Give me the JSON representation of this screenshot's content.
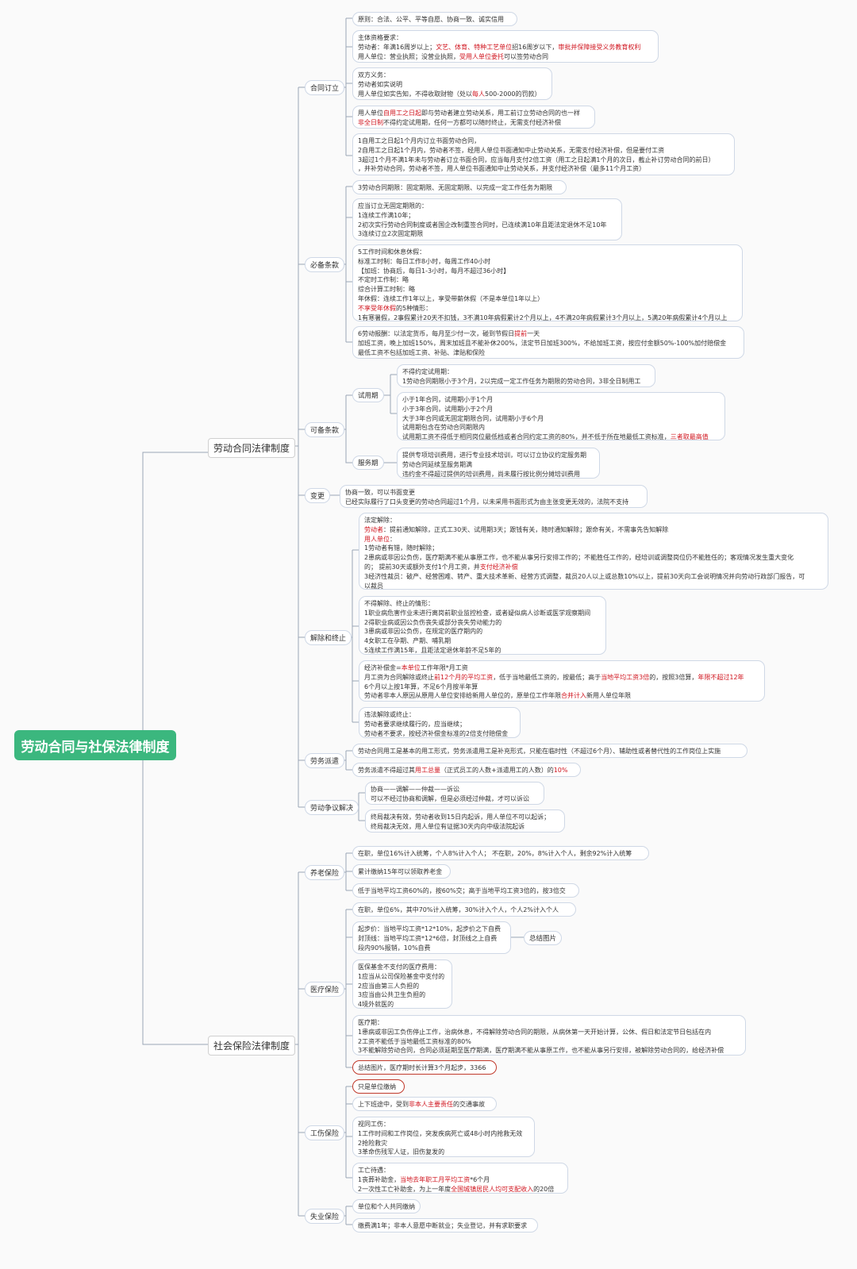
{
  "root": "劳动合同与社保法律制度",
  "branches": {
    "labor": "劳动合同法律制度",
    "social": "社会保险法律制度"
  },
  "labor_sub": {
    "contract": "合同订立",
    "required": "必备条款",
    "optional": "可备条款",
    "change": "变更",
    "terminate": "解除和终止",
    "dispatch": "劳务派遣",
    "dispute": "劳动争议解决"
  },
  "optional_sub": {
    "probation": "试用期",
    "service": "服务期"
  },
  "social_sub": {
    "pension": "养老保险",
    "medical": "医疗保险",
    "injury": "工伤保险",
    "unemploy": "失业保险"
  },
  "summary_pic": "总结图片",
  "boxes": {
    "c1": [
      [
        "原则：合法、公平、平等自愿、协商一致、诚实信用"
      ]
    ],
    "c2": [
      [
        "主体资格要求："
      ],
      [
        "劳动者：年满16周岁以上；",
        "文艺、体育、特种工艺单位",
        "招16周岁以下，",
        "审批并保障接受义务教育权利"
      ],
      [
        "用人单位：营业执照；没营业执照，",
        "受用人单位委托",
        "可以签劳动合同"
      ]
    ],
    "c3": [
      [
        "双方义务："
      ],
      [
        "劳动者如实说明"
      ],
      [
        "用人单位如实告知，不得收取财物（处以",
        "每人",
        "500-2000的罚款）"
      ]
    ],
    "c4": [
      [
        "用人单位",
        "自用工之日起",
        "即与劳动者建立劳动关系，用工前订立劳动合同的也一样"
      ],
      [
        "",
        "非全日制",
        "不得约定试用期，任何一方都可以随时终止，无需支付经济补偿"
      ]
    ],
    "c5": [
      [
        "1自用工之日起1个月内订立书面劳动合同，"
      ],
      [
        "2自用工之日起1个月内，劳动者不签，经用人单位书面通知中止劳动关系，无需支付经济补偿，但是要付工资"
      ],
      [
        "3超过1个月不满1年未与劳动者订立书面合同，应当每月支付2倍工资（用工之日起满1个月的次日，截止补订劳动合同的前日）"
      ],
      [
        "，并补劳动合同，劳动者不签，用人单位书面通知中止劳动关系，并支付经济补偿（最多11个月工资）"
      ]
    ],
    "r1": [
      [
        "3劳动合同期限：固定期限、无固定期限、以完成一定工作任务为期限"
      ]
    ],
    "r2": [
      [
        "应当订立无固定期限的："
      ],
      [
        "1连续工作满10年；"
      ],
      [
        "2初次实行劳动合同制度或者国企改制重签合同时，已连续满10年且距法定退休不足10年"
      ],
      [
        "3连续订立2次固定期限"
      ]
    ],
    "r3": [
      [
        "5工作时间和休息休假："
      ],
      [
        "标准工时制：每日工作8小时，每周工作40小时"
      ],
      [
        "【加班：协商后，每日1-3小时，每月不超过36小时】"
      ],
      [
        "不定时工作制：略"
      ],
      [
        "综合计算工时制：略"
      ],
      [
        "年休假：连续工作1年以上，享受带薪休假（不是本单位1年以上）"
      ],
      [
        "",
        "不享受年休假",
        "的5种情形："
      ],
      [
        "1有寒暑假，2事假累计20天不扣钱，3不满10年病假累计2个月以上，4不满20年病假累计3个月以上，5满20年病假累计4个月以上"
      ]
    ],
    "r4": [
      [
        "6劳动报酬：以法定货币，每月至少付一次，碰到节假日",
        "提前",
        "一天"
      ],
      [
        "加班工资，晚上加班150%，周末加班且不能补休200%，法定节日加班300%，不给加班工资，按应付金额50%-100%加付赔偿金"
      ],
      [
        "最低工资不包括加班工资、补贴、津贴和保险"
      ]
    ],
    "p1": [
      [
        "不得约定试用期："
      ],
      [
        "1劳动合同期限小于3个月，2以完成一定工作任务为期限的劳动合同，3非全日制用工"
      ]
    ],
    "p2": [
      [
        "小于1年合同，试用期小于1个月"
      ],
      [
        "小于3年合同，试用期小于2个月"
      ],
      [
        "大于3年合同或无固定期限合同，试用期小于6个月"
      ],
      [
        "试用期包含在劳动合同期限内"
      ],
      [
        "试用期工资不得低于相同岗位最低档或者合同约定工资的80%，并不低于所在地最低工资标准，",
        "三者取最高值"
      ]
    ],
    "s1": [
      [
        "提供专项培训费用，进行专业技术培训，可以订立协议约定服务期"
      ],
      [
        "劳动合同延续至服务期满"
      ],
      [
        "违约金不得超过提供的培训费用，尚未履行按比例分摊培训费用"
      ]
    ],
    "ch1": [
      [
        "协商一致，可以书面变更"
      ],
      [
        "已经实际履行了口头变更的劳动合同超过1个月，以未采用书面形式为由主张变更无效的，法院不支持"
      ]
    ],
    "t1": [
      [
        "法定解除："
      ],
      [
        "",
        "劳动者",
        "：提前通知解除，正式工30天、试用期3天；跟钱有关，随时通知解除；跟命有关，不需事先告知解除"
      ],
      [
        "",
        "用人单位",
        "："
      ],
      [
        "1劳动者有错，随时解除；"
      ],
      [
        "2患病或非因公负伤，医疗期满不能从事原工作，也不能从事另行安排工作的；不能胜任工作的，经培训或调整岗位仍不能胜任的；客观情况发生重大变化"
      ],
      [
        "的；          提前30天或额外支付1个月工资，并",
        "支付经济补偿"
      ],
      [
        "3经济性裁员：破产、经营困难、转产、重大技术革新、经营方式调整，裁员20人以上或总数10%以上，提前30天向工会说明情况并向劳动行政部门报告，可"
      ],
      [
        "以裁员"
      ]
    ],
    "t2": [
      [
        "不得解除、终止的情形："
      ],
      [
        "1职业病危害作业未进行离岗前职业监控检查，或者疑似病人诊断或医学观察期间"
      ],
      [
        "2得职业病或因公负伤丧失或部分丧失劳动能力的"
      ],
      [
        "3患病或非因公负伤，在规定的医疗期内的"
      ],
      [
        "4女职工在孕期、产期、哺乳期"
      ],
      [
        "5连续工作满15年，且距法定退休年龄不足5年的"
      ]
    ],
    "t3": [
      [
        "经济补偿金=",
        "本单位",
        "工作年限*月工资"
      ],
      [
        "月工资为合同解除或终止",
        "前12个月的平均工资",
        "，低于当地最低工资的，按最低；高于",
        "当地平均工资3倍",
        "的，按照3倍算，",
        "年限不超过12年"
      ],
      [
        "6个月以上按1年算，不足6个月按半年算"
      ],
      [
        "劳动者非本人原因从原用人单位安排给新用人单位的，原单位工作年限",
        "合并计入",
        "新用人单位年限"
      ]
    ],
    "t4": [
      [
        "违法解除或终止："
      ],
      [
        "劳动者要求继续履行的，应当继续；"
      ],
      [
        "劳动者不要求，按经济补偿金标准的2倍支付赔偿金"
      ]
    ],
    "d1": [
      [
        "劳动合同用工是基本的用工形式，劳务派遣用工是补充形式，只能在临时性（不超过6个月）、辅助性或者替代性的工作岗位上实施"
      ]
    ],
    "d2": [
      [
        "劳务派遣不得超过其",
        "用工总量",
        "（正式员工的人数+派遣用工的人数）的",
        "10%"
      ]
    ],
    "dp1": [
      [
        "协商——调解——仲裁——诉讼"
      ],
      [
        "可以不经过协商和调解，但是必须经过仲裁，才可以诉讼"
      ]
    ],
    "dp2": [
      [
        "终局裁决有效，劳动者收到15日内起诉，用人单位不可以起诉；"
      ],
      [
        "终局裁决无效，用人单位有证据30天内向中级法院起诉"
      ]
    ],
    "pe1": [
      [
        "在职，单位16%计入统筹，个人8%计入个人；  不在职，20%，8%计入个人，剩余92%计入统筹"
      ]
    ],
    "pe2": [
      [
        "累计缴纳15年可以领取养老金"
      ]
    ],
    "pe3": [
      [
        "低于当地平均工资60%的，按60%交；高于当地平均工资3倍的，按3倍交"
      ]
    ],
    "m1": [
      [
        "在职，单位6%，其中70%计入统筹，30%计入个人，个人2%计入个人"
      ]
    ],
    "m2": [
      [
        "起步价：当地平均工资*12*10%，起步价之下自费"
      ],
      [
        "封顶线：当地平均工资*12*6倍，封顶线之上自费"
      ],
      [
        "段内90%报销，10%自费"
      ]
    ],
    "m3": [
      [
        "医保基金不支付的医疗费用："
      ],
      [
        "1应当从公司保险基金中支付的"
      ],
      [
        "2应当由第三人负担的"
      ],
      [
        "3应当由公共卫生负担的"
      ],
      [
        "4境外就医的"
      ]
    ],
    "m4": [
      [
        "医疗期："
      ],
      [
        "1患病或非因工负伤停止工作，治病休息，不得解除劳动合同的期限，从病休第一天开始计算，公休、假日和法定节日包括在内"
      ],
      [
        "2工资不能低于当地最低工资标准的80%"
      ],
      [
        "3不能解除劳动合同，合同必须延期至医疗期满，医疗期满不能从事原工作，也不能从事另行安排，被解除劳动合同的，给经济补偿"
      ]
    ],
    "m5": [
      [
        "总结图片，医疗期时长计算3个月起步，3366"
      ]
    ],
    "i1": [
      [
        "只是单位缴纳"
      ]
    ],
    "i2": [
      [
        "上下班途中，受到",
        "非本人主要责任",
        "的交通事故"
      ]
    ],
    "i3": [
      [
        "视同工伤："
      ],
      [
        "1工作时间和工作岗位，突发疾病死亡或48小时内抢救无效"
      ],
      [
        "2抢险救灾"
      ],
      [
        "3革命伤残军人证，旧伤复发的"
      ]
    ],
    "i4": [
      [
        "工亡待遇："
      ],
      [
        "1丧葬补助金，",
        "当地去年职工月平均工资",
        "*6个月"
      ],
      [
        "2一次性工亡补助金，为上一年度",
        "全国城镇居民人均可支配收入",
        "的20倍"
      ]
    ],
    "u1": [
      [
        "单位和个人共同缴纳"
      ]
    ],
    "u2": [
      [
        "缴费满1年；非本人意愿中断就业；失业登记，并有求职要求"
      ]
    ]
  }
}
